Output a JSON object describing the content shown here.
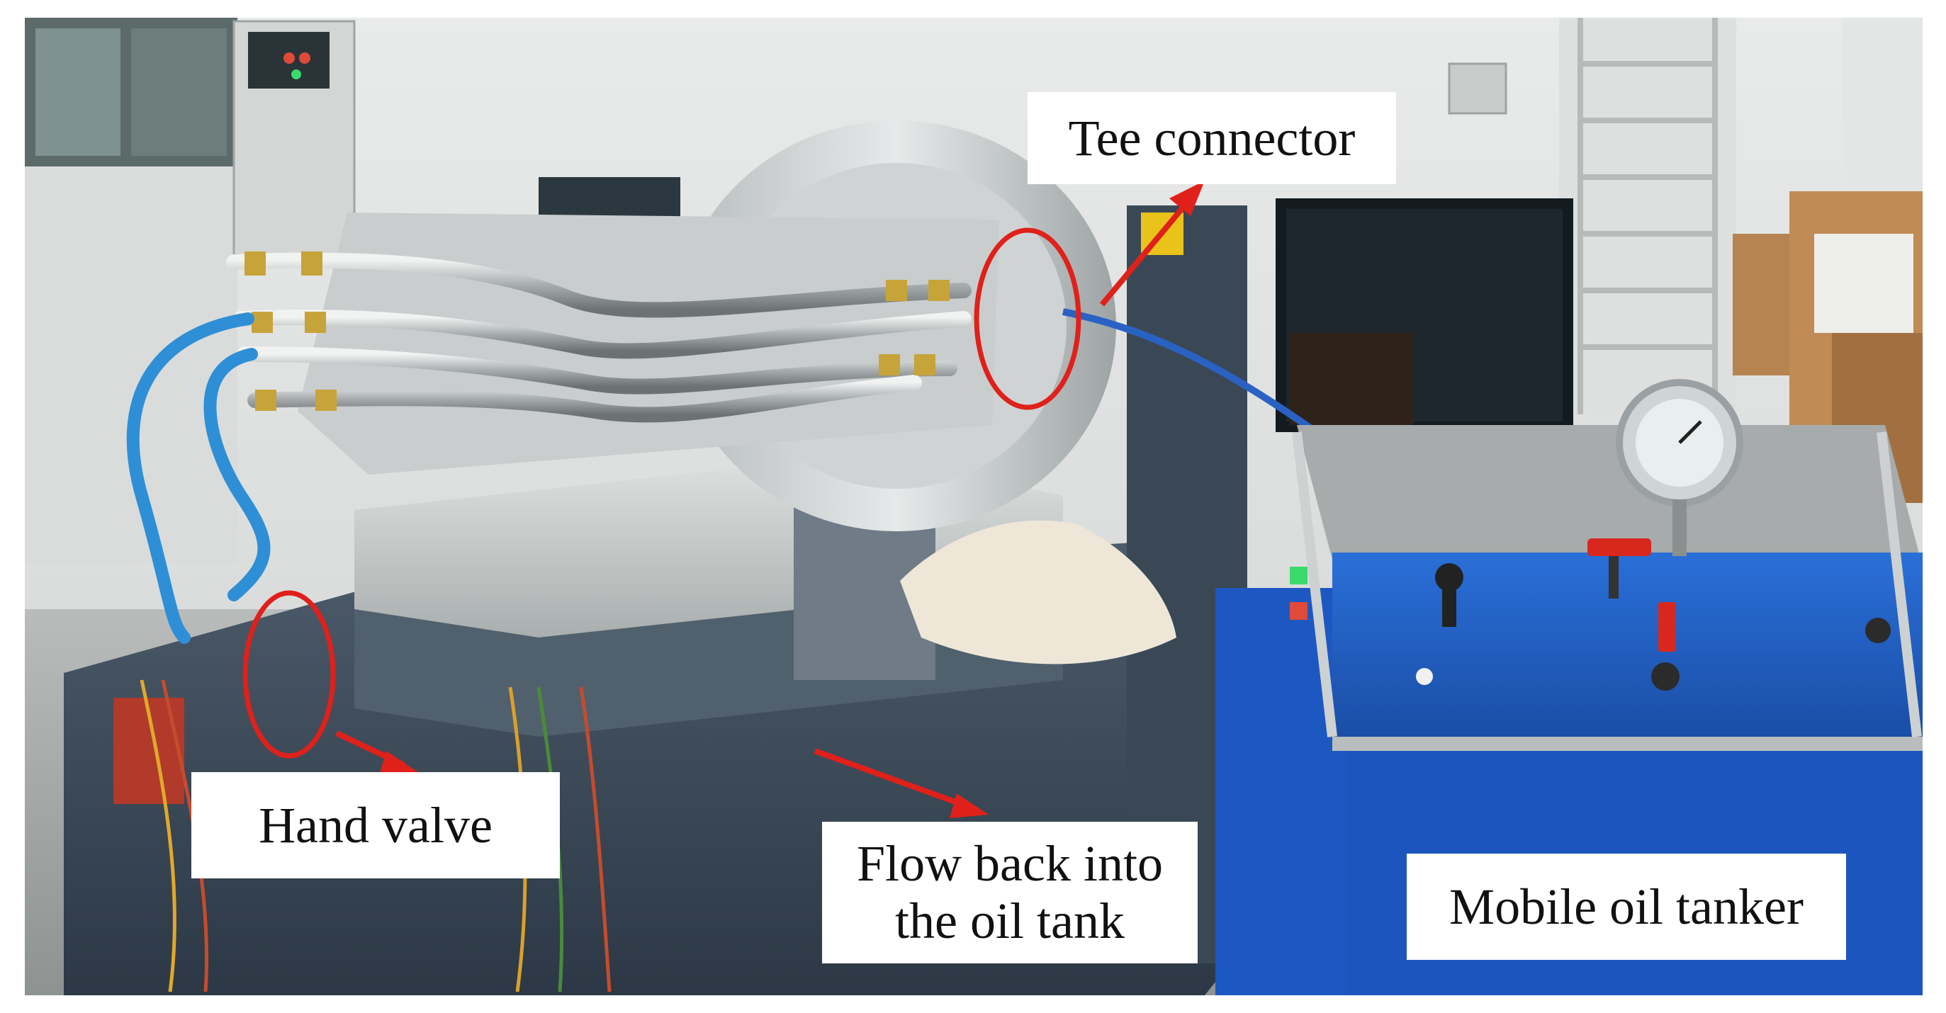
{
  "labels": {
    "tee_connector": "Tee connector",
    "hand_valve": "Hand valve",
    "flow_back_line1": "Flow back into",
    "flow_back_line2": "the oil tank",
    "mobile_oil_tanker": "Mobile oil tanker"
  },
  "colors": {
    "annotation": "#e0201a",
    "hose": "#2f8fd6",
    "tank_blue": "#1f5fc8",
    "machine_slate": "#3e4d5c"
  },
  "icons": {
    "gauge": "pressure-gauge",
    "valve": "hand-valve"
  }
}
